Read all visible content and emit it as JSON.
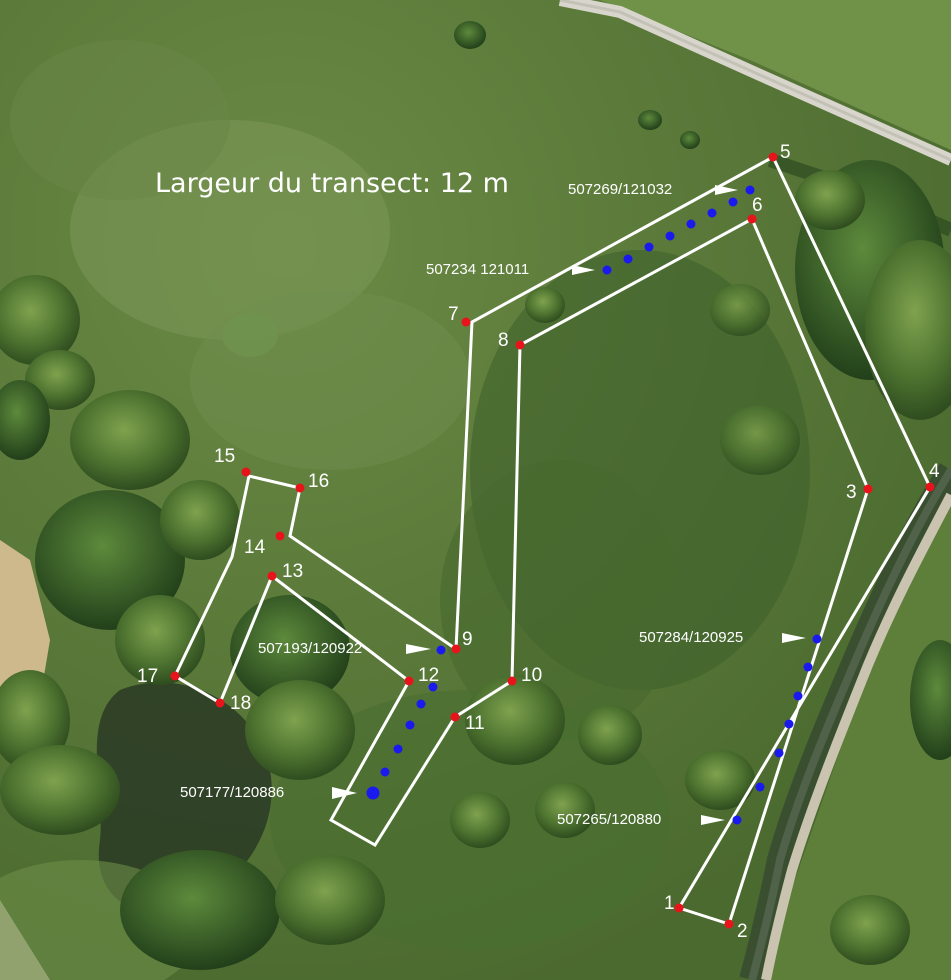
{
  "map": {
    "title": "Largeur du transect: 12 m",
    "colors": {
      "outline": "#ffffff",
      "vertex_marker": "#e8141b",
      "sample_marker": "#1a1aee",
      "arrow": "#ffffff",
      "label": "#ffffff"
    },
    "vertex_labels": [
      "1",
      "2",
      "3",
      "4",
      "5",
      "6",
      "7",
      "8",
      "9",
      "10",
      "11",
      "12",
      "13",
      "14",
      "15",
      "16",
      "17",
      "18"
    ],
    "coordinate_labels": [
      "507269/121032",
      "507234 121011",
      "507193/120922",
      "507177/120886",
      "507284/120925",
      "507265/120880"
    ]
  }
}
